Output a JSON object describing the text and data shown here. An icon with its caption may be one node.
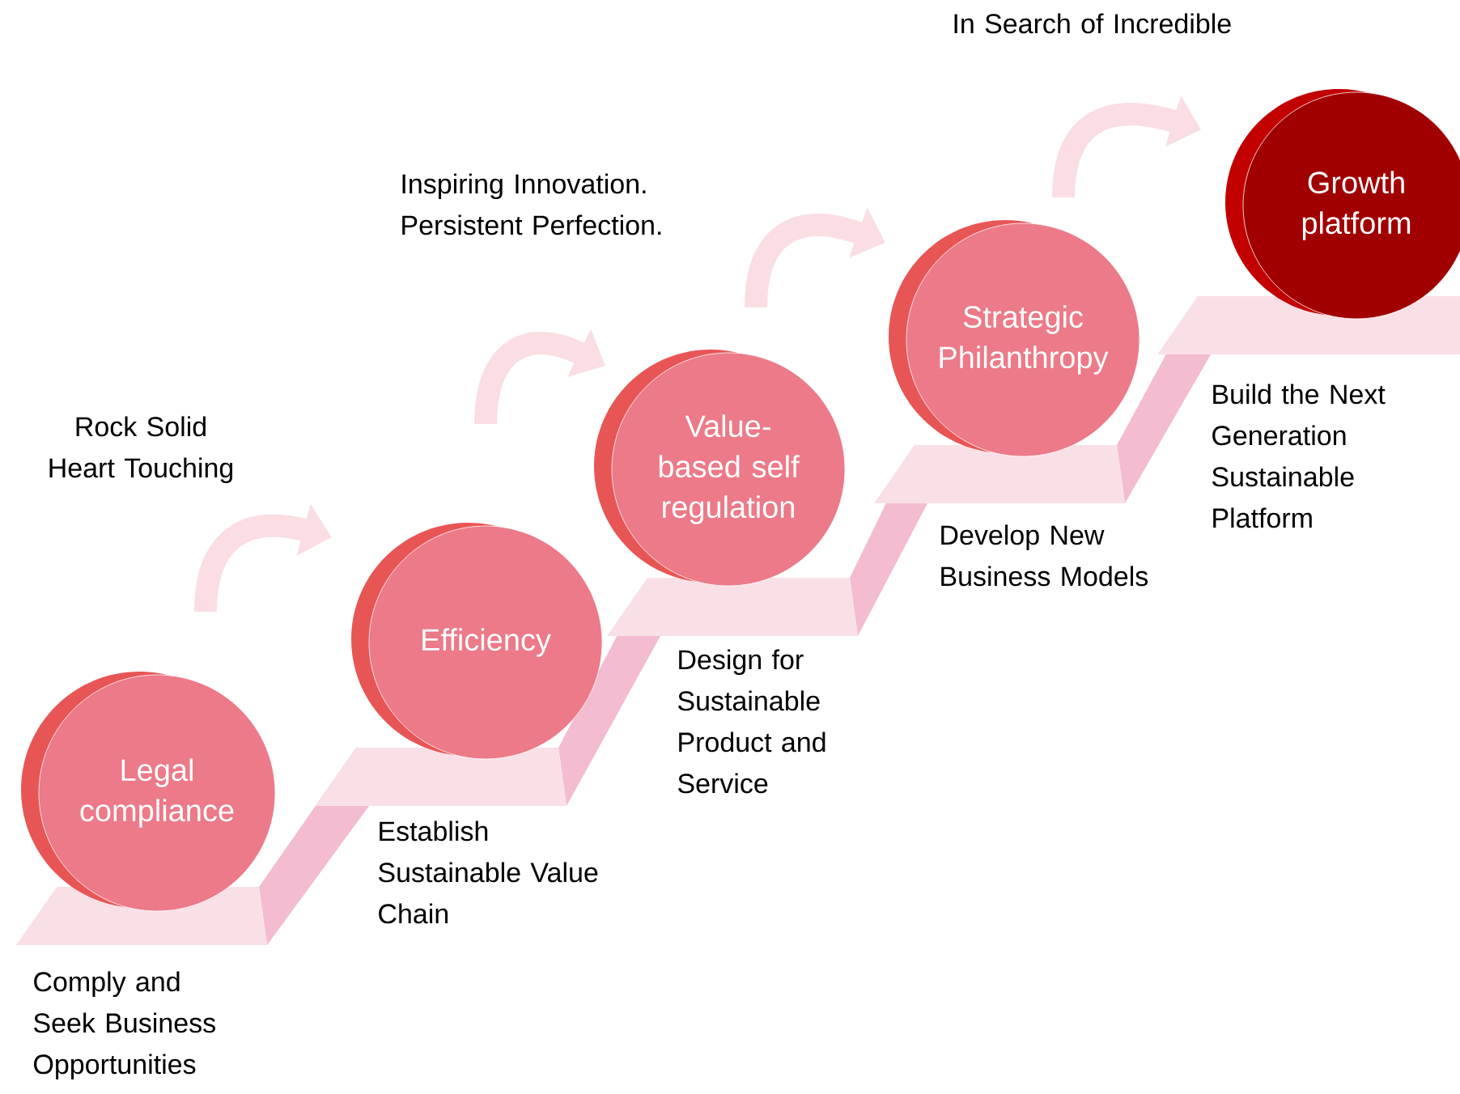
{
  "diagram": {
    "nodes": [
      {
        "text": [
          "Legal compliance"
        ],
        "beside": [
          "Comply and Seek Business Opportunities"
        ]
      },
      {
        "text": [
          "Efficiency"
        ],
        "beside": [
          "Establish Sustainable Value Chain"
        ]
      },
      {
        "text": [
          "Value-based self regulation"
        ],
        "beside": [
          "Design for Sustainable Product and Service"
        ]
      },
      {
        "text": [
          "Strategic Philanthropy"
        ],
        "beside": [
          "Develop New Business Models"
        ]
      },
      {
        "text": [
          "Growth platform"
        ],
        "beside": [
          "Build the Next Generation Sustainable Platform"
        ]
      }
    ],
    "labels": [
      "Rock Solid Heart Touching",
      "Inspiring Innovation. Persistent Perfection.",
      "In Search of Incredible"
    ]
  }
}
